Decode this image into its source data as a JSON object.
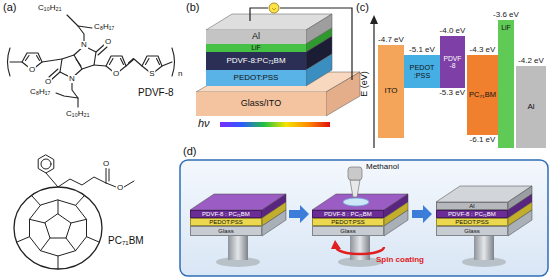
{
  "diagram": {
    "nodes": [
      {
        "text": [
          "Al"
        ]
      },
      {
        "text": [
          "LiF"
        ]
      },
      {
        "text": [
          "PDVF-8:PC₇₁BM"
        ]
      },
      {
        "text": [
          "PEDOT:PSS"
        ]
      },
      {
        "text": [
          "Glass/ITO"
        ]
      },
      {
        "text": [
          "-4.7 eV",
          "ITO"
        ]
      },
      {
        "text": [
          "-5.1 eV",
          "PEDOT :PSS"
        ]
      },
      {
        "text": [
          "-4.0 eV",
          "PDVF -8",
          "-5.3 eV"
        ]
      },
      {
        "text": [
          "-4.3 eV",
          "PC₇₁BM",
          "-6.1 eV"
        ]
      },
      {
        "text": [
          "-3.6 eV",
          "LiF"
        ]
      },
      {
        "text": [
          "-4.2 eV",
          "Al"
        ]
      },
      {
        "text": [
          "PDVF-8 : PC₇₁BM"
        ]
      },
      {
        "text": [
          "PEDOT:PSS"
        ]
      },
      {
        "text": [
          "Glass"
        ]
      },
      {
        "text": [
          "PDVF-8 : PC₇₁BM"
        ]
      },
      {
        "text": [
          "PEDOT:PSS"
        ]
      },
      {
        "text": [
          "Glass"
        ]
      },
      {
        "text": [
          "Al"
        ]
      },
      {
        "text": [
          "PDVF-8 : PC₇₁BM"
        ]
      },
      {
        "text": [
          "PEDOT:PSS"
        ]
      },
      {
        "text": [
          "Glass"
        ]
      }
    ],
    "labels": [
      "(a)",
      "C₁₀H₂₁",
      "C₈H₁₇",
      "N",
      "O",
      "O",
      "N",
      "O",
      "O",
      "S",
      "n",
      "C₈H₁₇",
      "C₁₀H₂₁",
      "PDVF-8",
      "O",
      "O",
      "PC₇₁BM",
      "(b)",
      "hν",
      "(c)",
      "E (eV)",
      "(d)",
      "Methanol",
      "Spin coating"
    ]
  }
}
